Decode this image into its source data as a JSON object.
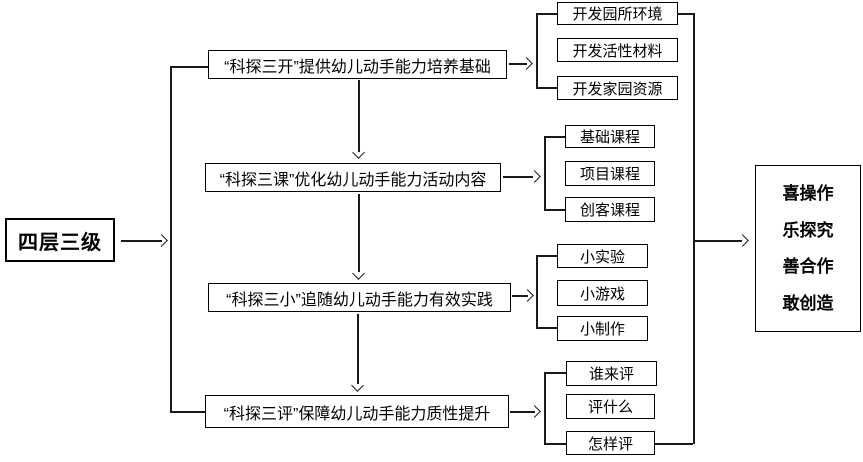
{
  "root": {
    "label": "四层三级"
  },
  "stages": [
    {
      "main": "“科探三开”提供幼儿动手能力培养基础",
      "children": [
        "开发园所环境",
        "开发活性材料",
        "开发家园资源"
      ]
    },
    {
      "main": "“科探三课”优化幼儿动手能力活动内容",
      "children": [
        "基础课程",
        "项目课程",
        "创客课程"
      ]
    },
    {
      "main": "“科探三小”追随幼儿动手能力有效实践",
      "children": [
        "小实验",
        "小游戏",
        "小制作"
      ]
    },
    {
      "main": "“科探三评”保障幼儿动手能力质性提升",
      "children": [
        "谁来评",
        "评什么",
        "怎样评"
      ]
    }
  ],
  "outcome": {
    "lines": [
      "喜操作",
      "乐探究",
      "善合作",
      "敢创造"
    ]
  },
  "colors": {
    "line": "#1a1a1a",
    "box_border": "#000000",
    "background": "#ffffff",
    "text": "#000000"
  }
}
